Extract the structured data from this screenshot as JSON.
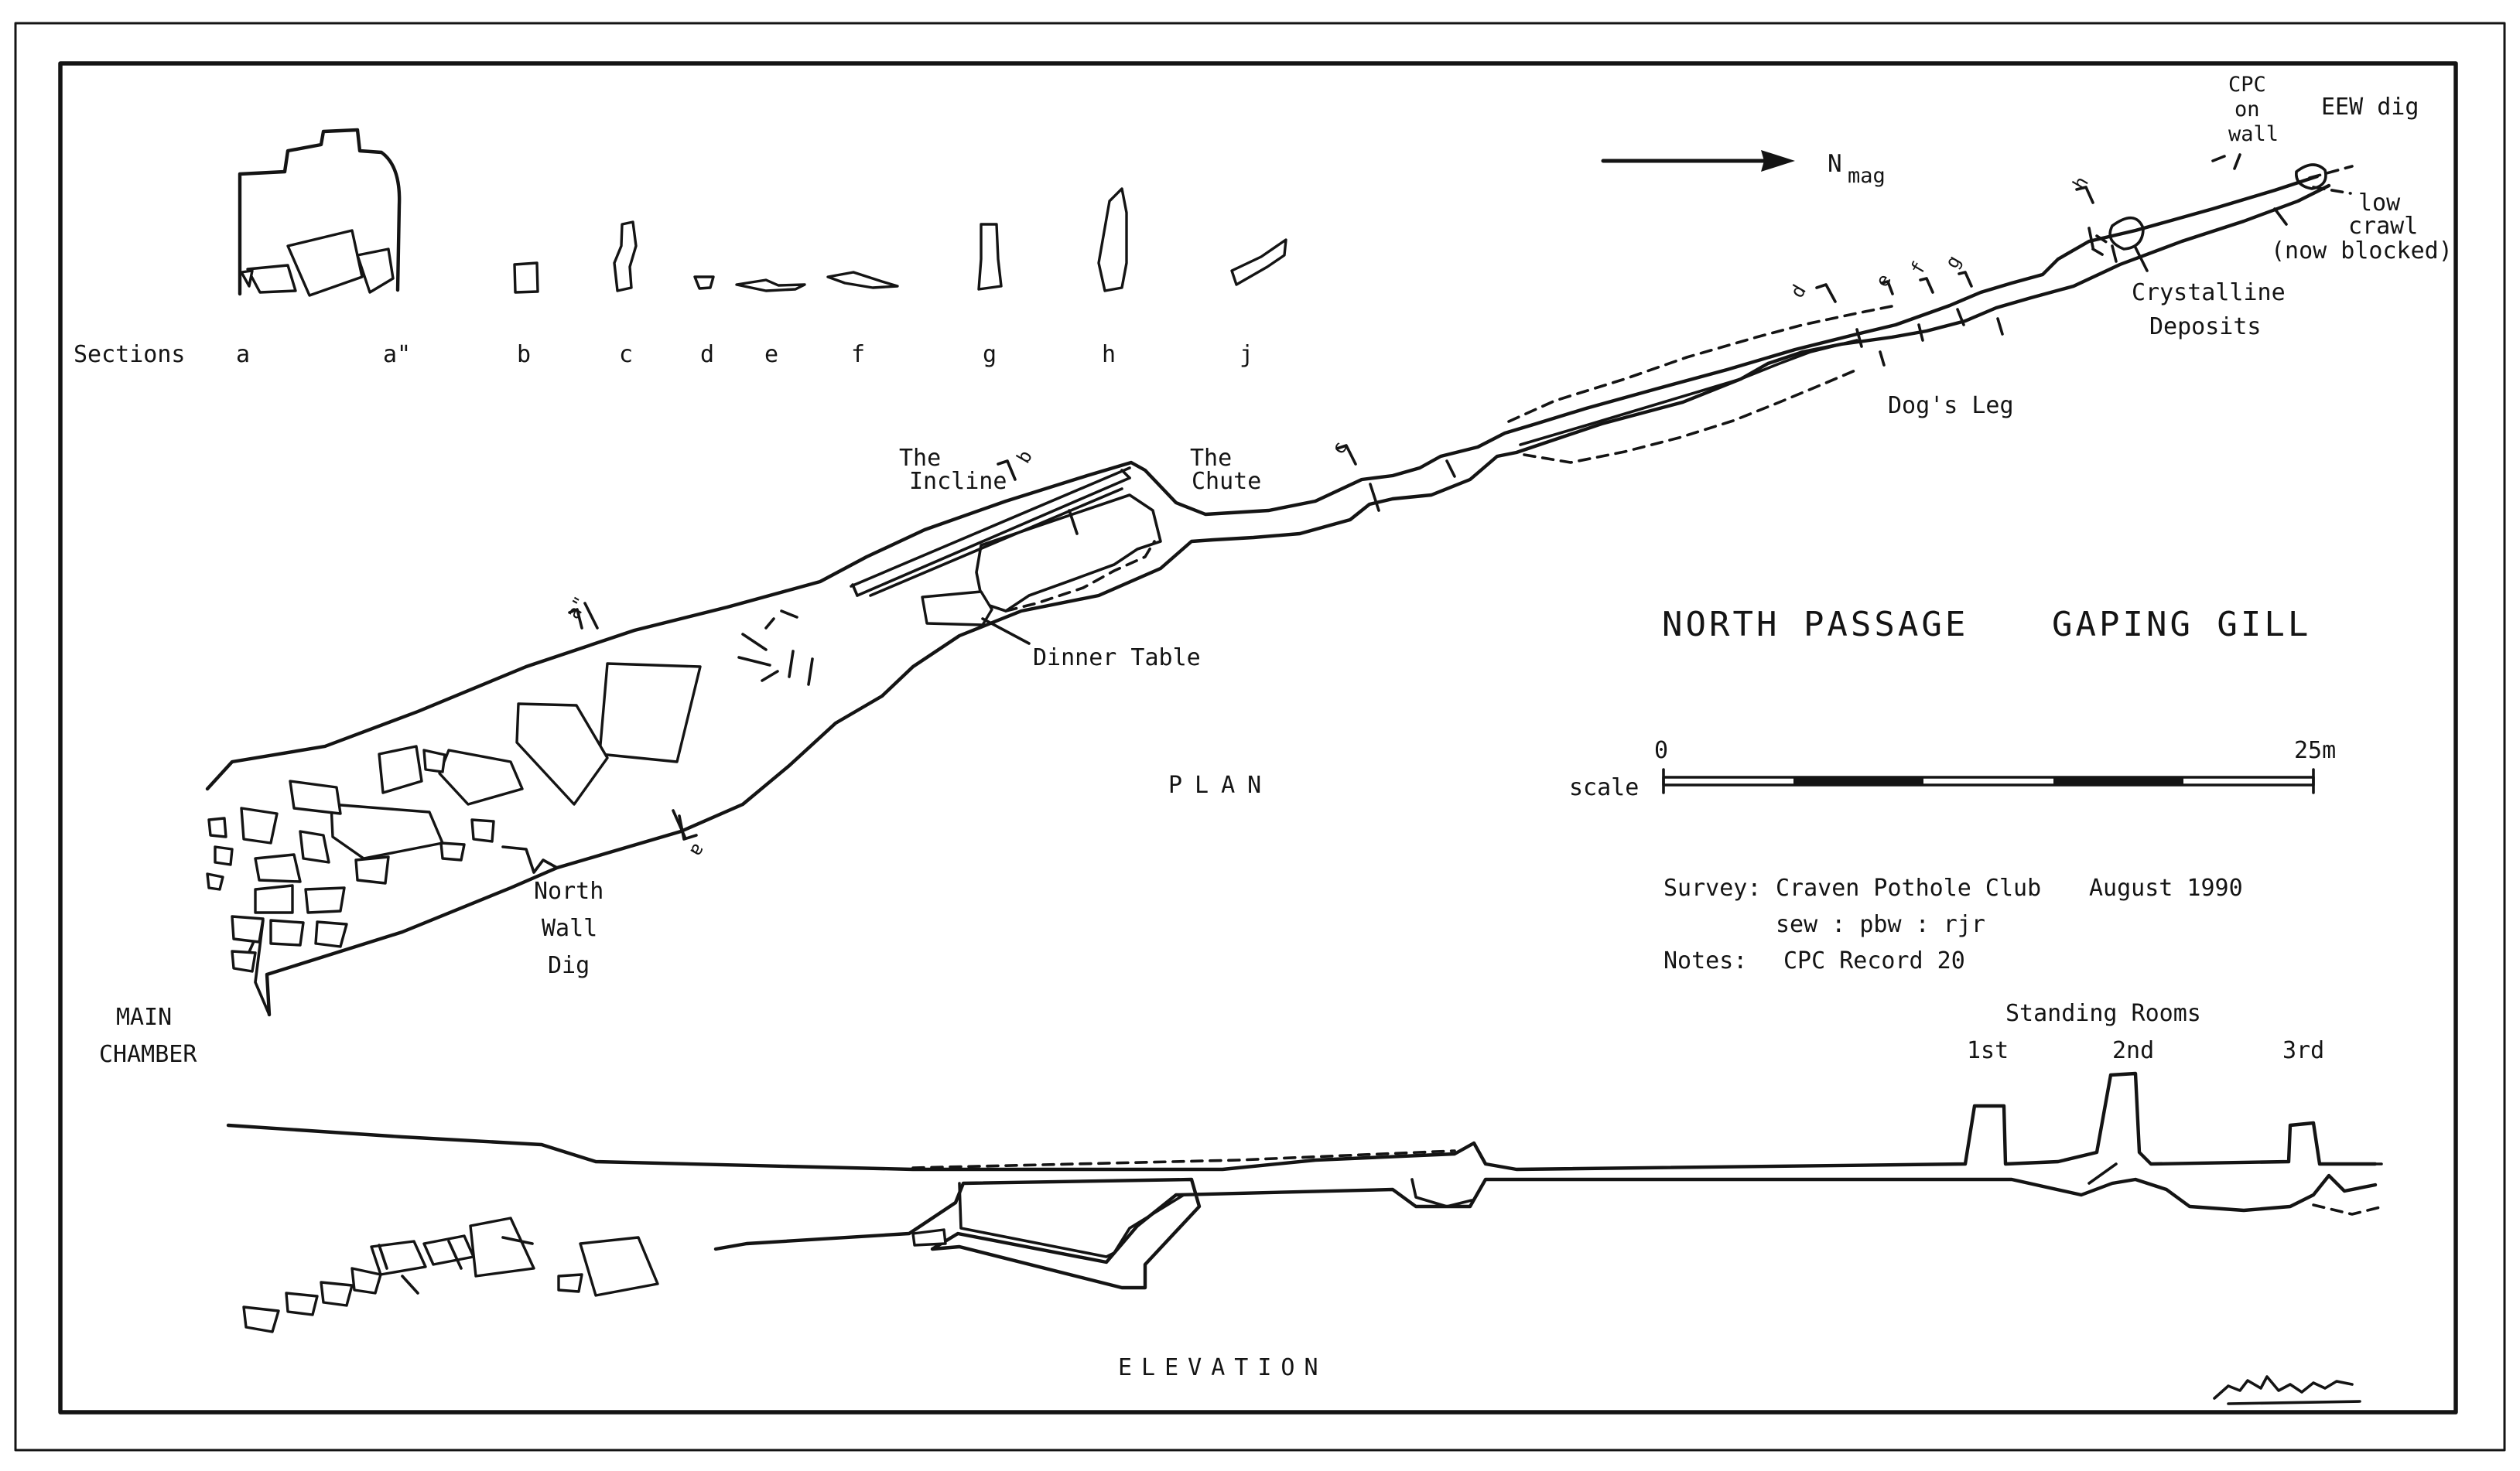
{
  "title": {
    "passage": "NORTH PASSAGE",
    "cave": "GAPING GILL"
  },
  "north_arrow": {
    "label": "N",
    "subscript": "mag"
  },
  "sections": {
    "label": "Sections",
    "letters": [
      "a",
      "a\"",
      "b",
      "c",
      "d",
      "e",
      "f",
      "g",
      "h",
      "j"
    ]
  },
  "views": {
    "plan": "PLAN",
    "elevation": "ELEVATION"
  },
  "places": {
    "main_chamber_1": "MAIN",
    "main_chamber_2": "CHAMBER",
    "north_wall_1": "North",
    "north_wall_2": "Wall",
    "north_wall_3": "Dig",
    "incline_1": "The",
    "incline_2": "Incline",
    "chute_1": "The",
    "chute_2": "Chute",
    "dinner_table": "Dinner Table",
    "dogs_leg": "Dog's Leg",
    "crystalline_1": "Crystalline",
    "crystalline_2": "Deposits",
    "cpc_1": "CPC",
    "cpc_2": "on",
    "cpc_3": "wall",
    "eew_dig": "EEW dig",
    "low_crawl_1": "low",
    "low_crawl_2": "crawl",
    "low_crawl_3": "(now blocked)"
  },
  "section_marks": [
    "a\"",
    "a",
    "b",
    "c",
    "d",
    "e",
    "f",
    "g",
    "h"
  ],
  "scale": {
    "label": "scale",
    "start": "0",
    "end": "25m",
    "segments": [
      0,
      5,
      10,
      15,
      20,
      25
    ]
  },
  "survey": {
    "survey_label": "Survey:",
    "club": "Craven Pothole Club",
    "date": "August 1990",
    "surveyors": "sew : pbw : rjr",
    "notes_label": "Notes:",
    "notes": "CPC Record 20"
  },
  "standing_rooms": {
    "label": "Standing Rooms",
    "rooms": [
      "1st",
      "2nd",
      "3rd"
    ]
  },
  "colors": {
    "ink": "#141414",
    "paper": "#ffffff"
  }
}
